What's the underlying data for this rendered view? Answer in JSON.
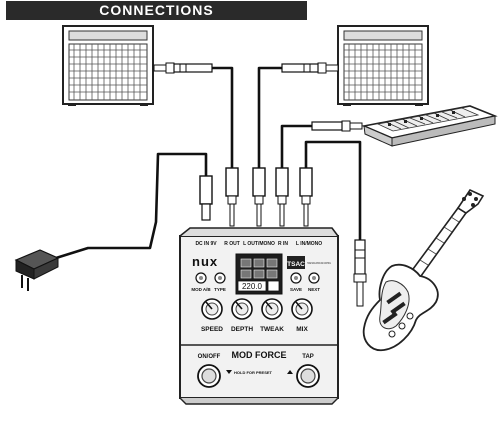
{
  "header": {
    "title": "CONNECTIONS"
  },
  "pedal": {
    "brand": "nux",
    "logo_box": "TSAC",
    "logo_sub": "TONE SIMULATION AND CONTROL",
    "model": "MOD FORCE",
    "display_value": "220.0",
    "jacks": [
      "DC IN 9V",
      "R OUT",
      "L OUT/MONO",
      "R IN",
      "L IN/MONO"
    ],
    "knobs": [
      "SPEED",
      "DEPTH",
      "TWEAK",
      "MIX"
    ],
    "buttons": [
      "MOD A/B",
      "TYPE",
      "SAVE",
      "NEXT"
    ],
    "footswitches": [
      "ON/OFF",
      "TAP"
    ],
    "hold_text": "HOLD FOR PRESET"
  }
}
